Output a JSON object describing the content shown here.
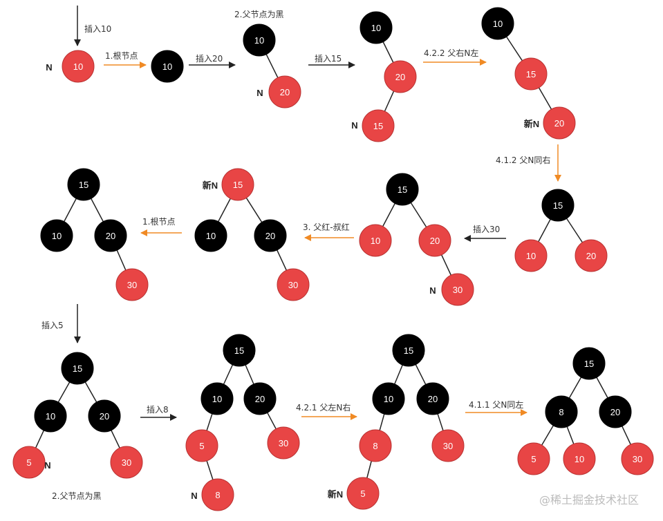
{
  "colors": {
    "black_node": "#000000",
    "red_node": "#e84545",
    "orange_arrow": "#f08a24",
    "black_arrow": "#222222"
  },
  "watermark": "@稀土掘金技术社区",
  "steps": [
    {
      "id": "s1",
      "arrow_label": "插入10",
      "arrow_color": "black"
    },
    {
      "id": "s2",
      "arrow_label": "1.根节点",
      "arrow_color": "orange"
    },
    {
      "id": "s3",
      "arrow_label": "插入20",
      "arrow_color": "black",
      "note": "2.父节点为黑"
    },
    {
      "id": "s4",
      "arrow_label": "插入15",
      "arrow_color": "black"
    },
    {
      "id": "s5",
      "arrow_label": "4.2.2 父右N左",
      "arrow_color": "orange"
    },
    {
      "id": "s6",
      "arrow_label": "4.1.2 父N同右",
      "arrow_color": "orange"
    },
    {
      "id": "s7",
      "arrow_label": "插入30",
      "arrow_color": "black"
    },
    {
      "id": "s8",
      "arrow_label": "3. 父红-叔红",
      "arrow_color": "orange"
    },
    {
      "id": "s9",
      "arrow_label": "1.根节点",
      "arrow_color": "orange"
    },
    {
      "id": "s10",
      "arrow_label": "插入5",
      "arrow_color": "black",
      "note": "2.父节点为黑"
    },
    {
      "id": "s11",
      "arrow_label": "插入8",
      "arrow_color": "black"
    },
    {
      "id": "s12",
      "arrow_label": "4.2.1 父左N右",
      "arrow_color": "orange"
    },
    {
      "id": "s13",
      "arrow_label": "4.1.1 父N同左",
      "arrow_color": "orange"
    }
  ],
  "trees": [
    {
      "id": "t1",
      "nodes": [
        {
          "v": "10",
          "c": "red",
          "tag": "N"
        }
      ]
    },
    {
      "id": "t2",
      "nodes": [
        {
          "v": "10",
          "c": "black"
        }
      ]
    },
    {
      "id": "t3",
      "nodes": [
        {
          "v": "10",
          "c": "black"
        },
        {
          "v": "20",
          "c": "red",
          "tag": "N"
        }
      ]
    },
    {
      "id": "t4",
      "nodes": [
        {
          "v": "10",
          "c": "black"
        },
        {
          "v": "20",
          "c": "red"
        },
        {
          "v": "15",
          "c": "red",
          "tag": "N"
        }
      ]
    },
    {
      "id": "t5",
      "nodes": [
        {
          "v": "10",
          "c": "black"
        },
        {
          "v": "15",
          "c": "red"
        },
        {
          "v": "20",
          "c": "red",
          "tag": "新N"
        }
      ]
    },
    {
      "id": "t6",
      "nodes": [
        {
          "v": "15",
          "c": "black"
        },
        {
          "v": "10",
          "c": "red"
        },
        {
          "v": "20",
          "c": "red"
        }
      ]
    },
    {
      "id": "t7",
      "nodes": [
        {
          "v": "15",
          "c": "black"
        },
        {
          "v": "10",
          "c": "red"
        },
        {
          "v": "20",
          "c": "red"
        },
        {
          "v": "30",
          "c": "red",
          "tag": "N"
        }
      ]
    },
    {
      "id": "t8",
      "nodes": [
        {
          "v": "15",
          "c": "red",
          "tag": "新N"
        },
        {
          "v": "10",
          "c": "black"
        },
        {
          "v": "20",
          "c": "black"
        },
        {
          "v": "30",
          "c": "red"
        }
      ]
    },
    {
      "id": "t9",
      "nodes": [
        {
          "v": "15",
          "c": "black"
        },
        {
          "v": "10",
          "c": "black"
        },
        {
          "v": "20",
          "c": "black"
        },
        {
          "v": "30",
          "c": "red"
        }
      ]
    },
    {
      "id": "t10",
      "nodes": [
        {
          "v": "15",
          "c": "black"
        },
        {
          "v": "10",
          "c": "black"
        },
        {
          "v": "20",
          "c": "black"
        },
        {
          "v": "5",
          "c": "red",
          "tag": "N"
        },
        {
          "v": "30",
          "c": "red"
        }
      ]
    },
    {
      "id": "t11",
      "nodes": [
        {
          "v": "15",
          "c": "black"
        },
        {
          "v": "10",
          "c": "black"
        },
        {
          "v": "20",
          "c": "black"
        },
        {
          "v": "5",
          "c": "red"
        },
        {
          "v": "30",
          "c": "red"
        },
        {
          "v": "8",
          "c": "red",
          "tag": "N"
        }
      ]
    },
    {
      "id": "t12",
      "nodes": [
        {
          "v": "15",
          "c": "black"
        },
        {
          "v": "10",
          "c": "black"
        },
        {
          "v": "20",
          "c": "black"
        },
        {
          "v": "8",
          "c": "red"
        },
        {
          "v": "30",
          "c": "red"
        },
        {
          "v": "5",
          "c": "red",
          "tag": "新N"
        }
      ]
    },
    {
      "id": "t13",
      "nodes": [
        {
          "v": "15",
          "c": "black"
        },
        {
          "v": "8",
          "c": "black"
        },
        {
          "v": "20",
          "c": "black"
        },
        {
          "v": "5",
          "c": "red"
        },
        {
          "v": "10",
          "c": "red"
        },
        {
          "v": "30",
          "c": "red"
        }
      ]
    }
  ]
}
